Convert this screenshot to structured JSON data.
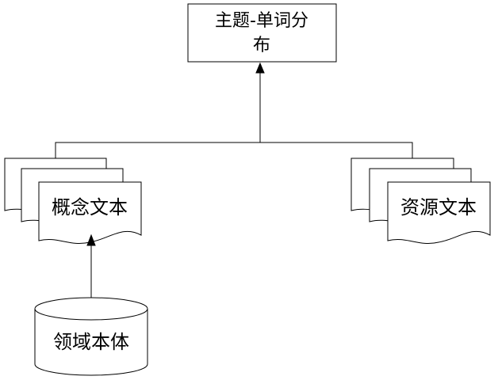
{
  "nodes": {
    "topic_word": {
      "line1": "主题-单词分",
      "line2": "布"
    },
    "concept_text": {
      "label": "概念文本"
    },
    "resource_text": {
      "label": "资源文本"
    },
    "domain_ontology": {
      "label": "领域本体"
    }
  },
  "colors": {
    "stroke": "#000000",
    "fill": "#ffffff"
  }
}
